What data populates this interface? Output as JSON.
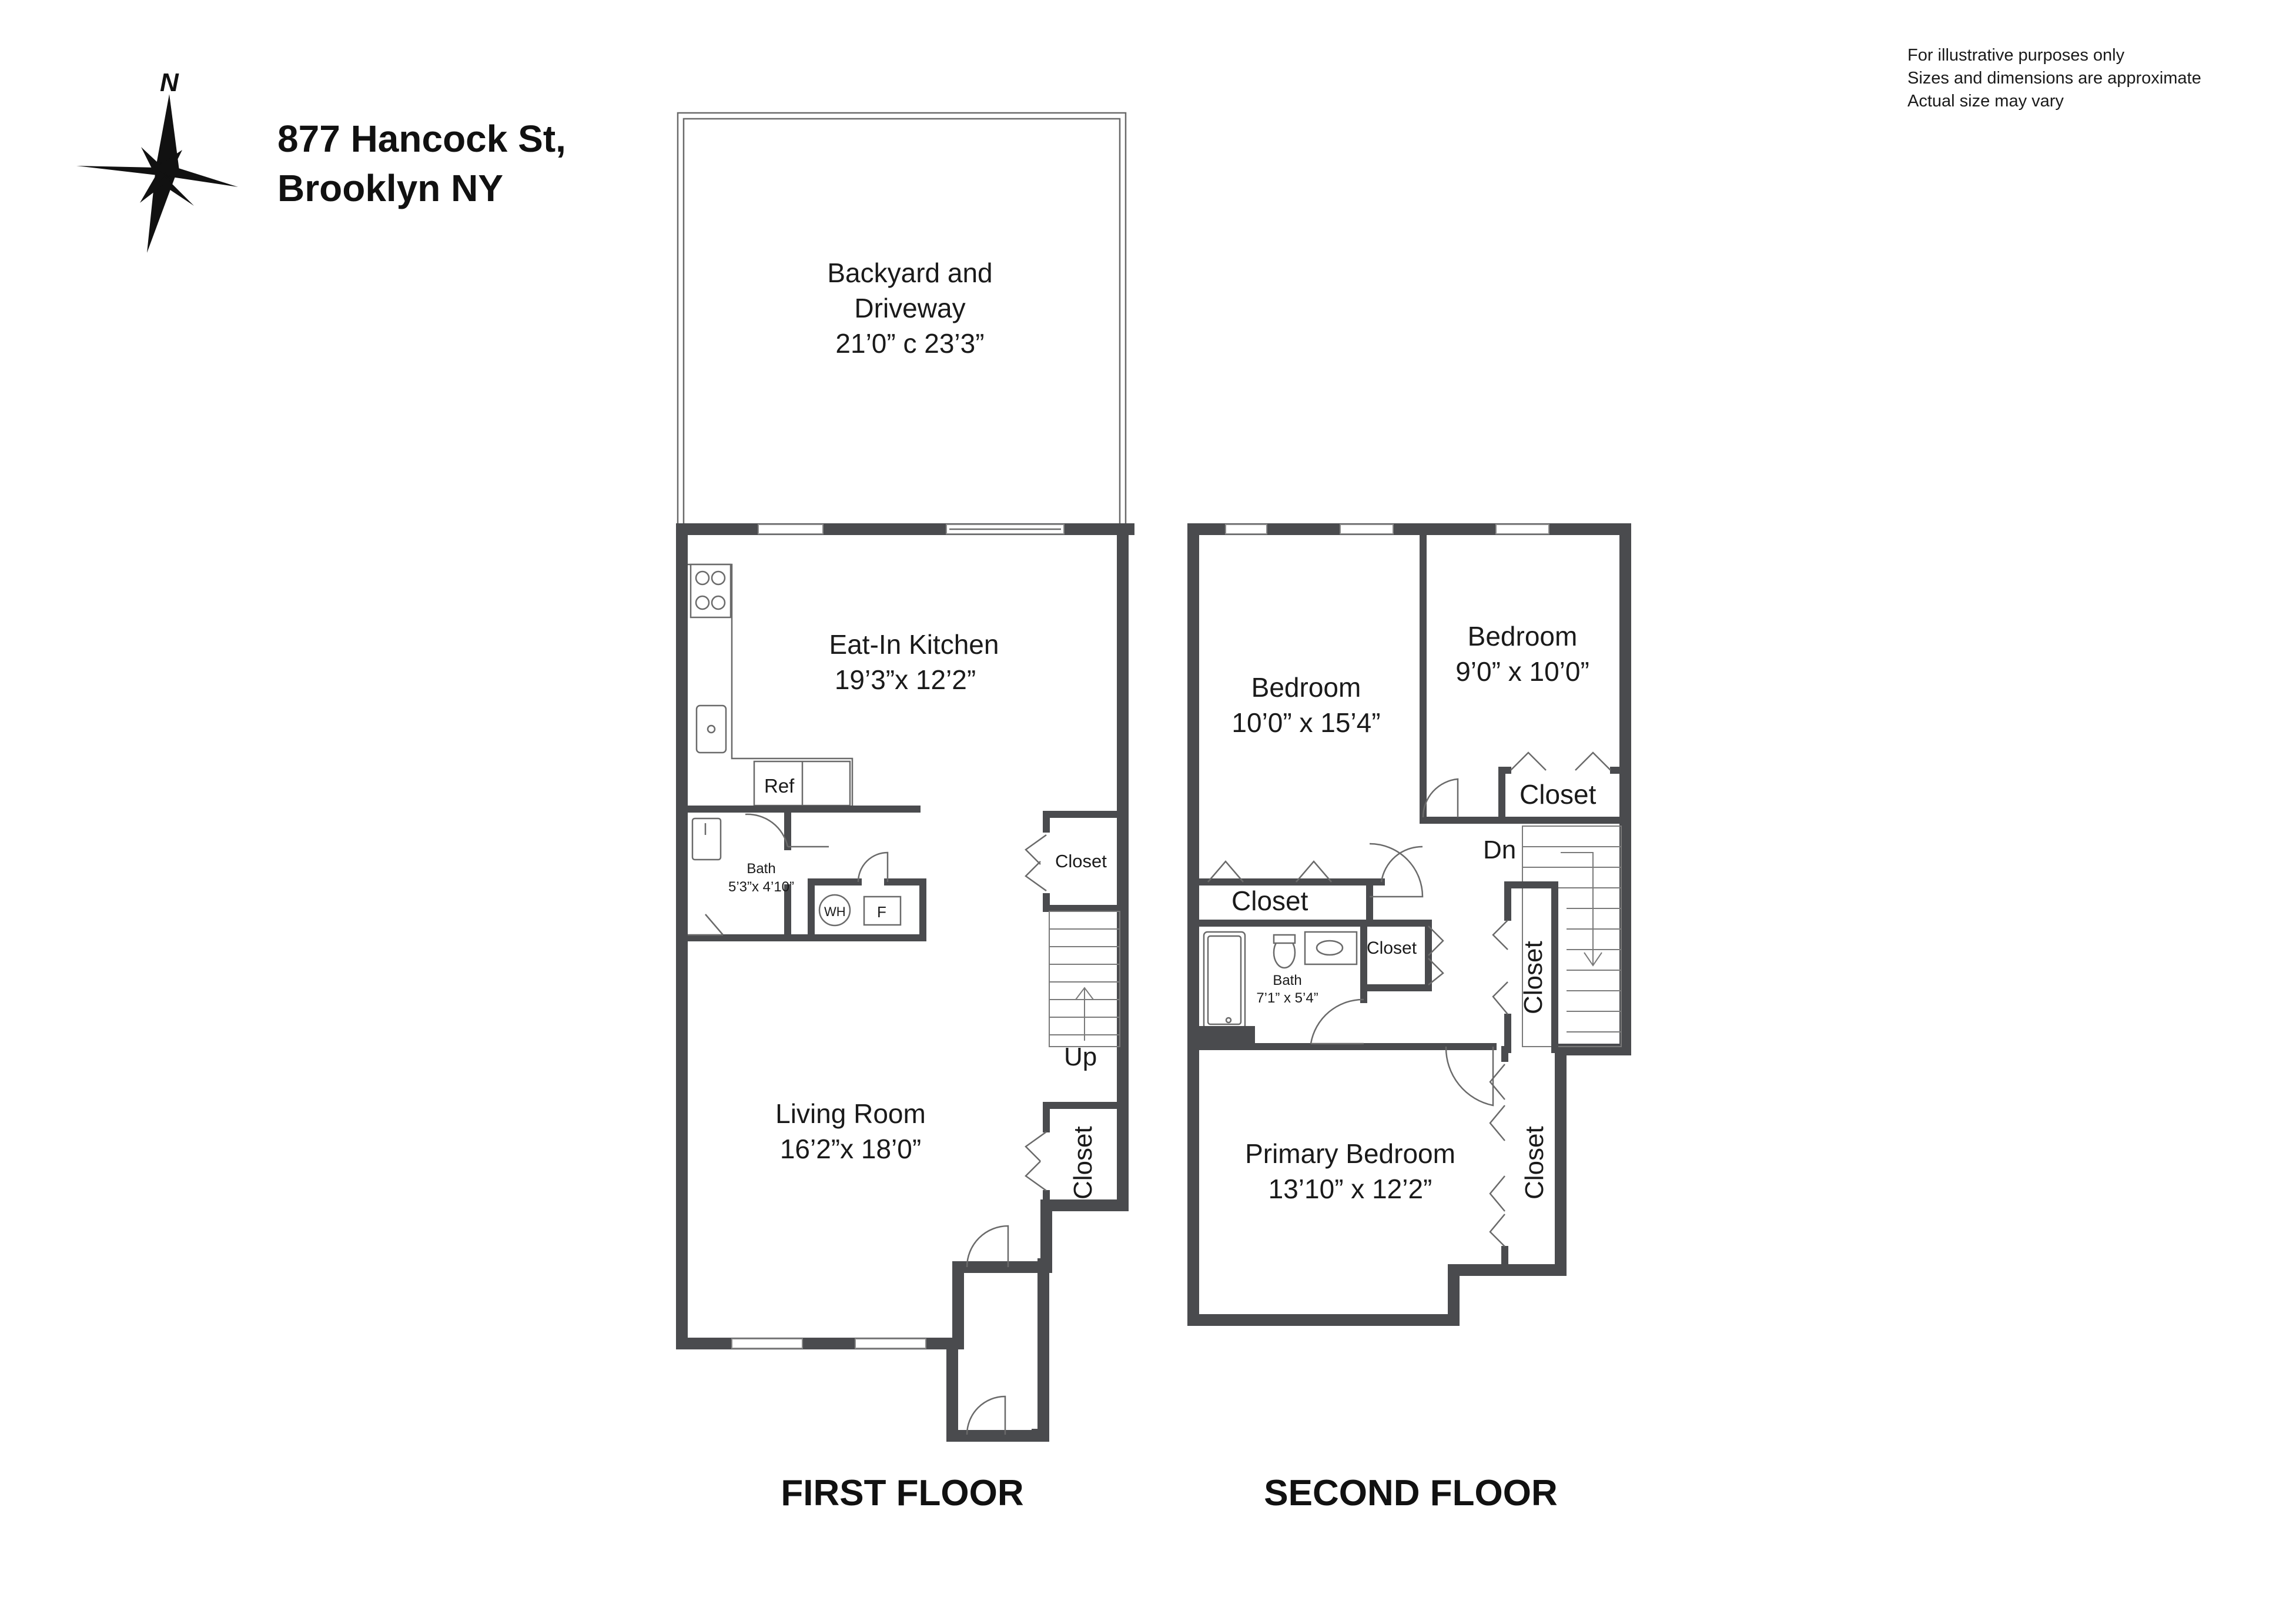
{
  "property": {
    "address_line1": "877 Hancock St,",
    "address_line2": "Brooklyn NY"
  },
  "compass": {
    "label": "N"
  },
  "disclaimer": [
    "For illustrative purposes only",
    "Sizes and dimensions are approximate",
    "Actual size may vary"
  ],
  "first_floor": {
    "title": "FIRST FLOOR",
    "backyard": {
      "name_line1": "Backyard and",
      "name_line2": "Driveway",
      "dims": "21’0” c 23’3”"
    },
    "kitchen": {
      "name": "Eat-In Kitchen",
      "dims": "19’3”x 12’2”"
    },
    "ref_label": "Ref",
    "bath": {
      "name": "Bath",
      "dims": "5’3”x 4’10”"
    },
    "wh_label": "WH",
    "f_label": "F",
    "closet_upper": "Closet",
    "closet_lower": "Closet",
    "stairs_label": "Up",
    "living": {
      "name": "Living  Room",
      "dims": "16’2”x 18’0”"
    }
  },
  "second_floor": {
    "title": "SECOND FLOOR",
    "bedroom_left": {
      "name": "Bedroom",
      "dims": "10’0” x 15’4”"
    },
    "bedroom_right": {
      "name": "Bedroom",
      "dims": "9’0” x 10’0”"
    },
    "closet_right_bedroom": "Closet",
    "closet_left_bedroom": "Closet",
    "closet_small": "Closet",
    "closet_hall": "Closet",
    "closet_primary": "Closet",
    "stairs_label": "Dn",
    "bath": {
      "name": "Bath",
      "dims": "7’1” x 5’4”"
    },
    "primary": {
      "name": "Primary Bedroom",
      "dims": "13’10” x 12’2”"
    }
  }
}
